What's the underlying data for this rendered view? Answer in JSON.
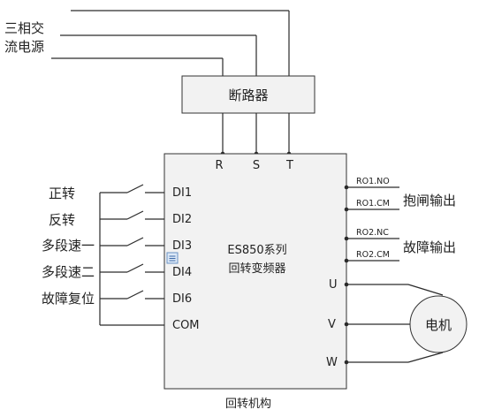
{
  "power": {
    "line1": "三相交",
    "line2": "流电源"
  },
  "breaker": {
    "label": "断路器"
  },
  "inputs": {
    "r": "R",
    "s": "S",
    "t": "T"
  },
  "switches": [
    {
      "label": "正转",
      "pin": "DI1"
    },
    {
      "label": "反转",
      "pin": "DI2"
    },
    {
      "label": "多段速一",
      "pin": "DI3"
    },
    {
      "label": "多段速二",
      "pin": "DI4"
    },
    {
      "label": "故障复位",
      "pin": "DI6"
    }
  ],
  "common": {
    "pin": "COM"
  },
  "inverter": {
    "line1": "ES850系列",
    "line2": "回转变频器"
  },
  "relays": {
    "ro1no": "RO1.NO",
    "ro1cm": "RO1.CM",
    "ro1label": "抱闸输出",
    "ro2nc": "RO2.NC",
    "ro2cm": "RO2.CM",
    "ro2label": "故障输出"
  },
  "outputs": {
    "u": "U",
    "v": "V",
    "w": "W"
  },
  "motor": {
    "label": "电机"
  },
  "caption": "回转机构"
}
